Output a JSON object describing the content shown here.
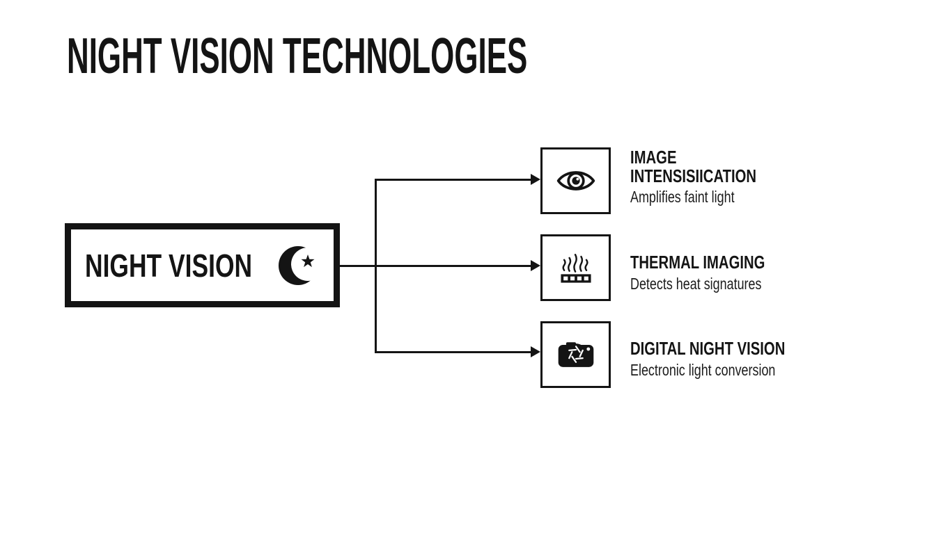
{
  "colors": {
    "ink": "#141414",
    "background": "#ffffff"
  },
  "title": "NIGHT VISION TECHNOLOGIES",
  "root_node": {
    "label": "NIGHT VISION",
    "icon": "crescent-moon-and-star"
  },
  "branches": [
    {
      "heading": "IMAGE\nINTENSISIICATION",
      "subtitle": "Amplifies faint light",
      "icon": "eye"
    },
    {
      "heading": "THERMAL IMAGING",
      "subtitle": "Detects heat signatures",
      "icon": "heat-waves"
    },
    {
      "heading": "DIGITAL NIGHT VISION",
      "subtitle": "Electronic light conversion",
      "icon": "camera-aperture"
    }
  ]
}
